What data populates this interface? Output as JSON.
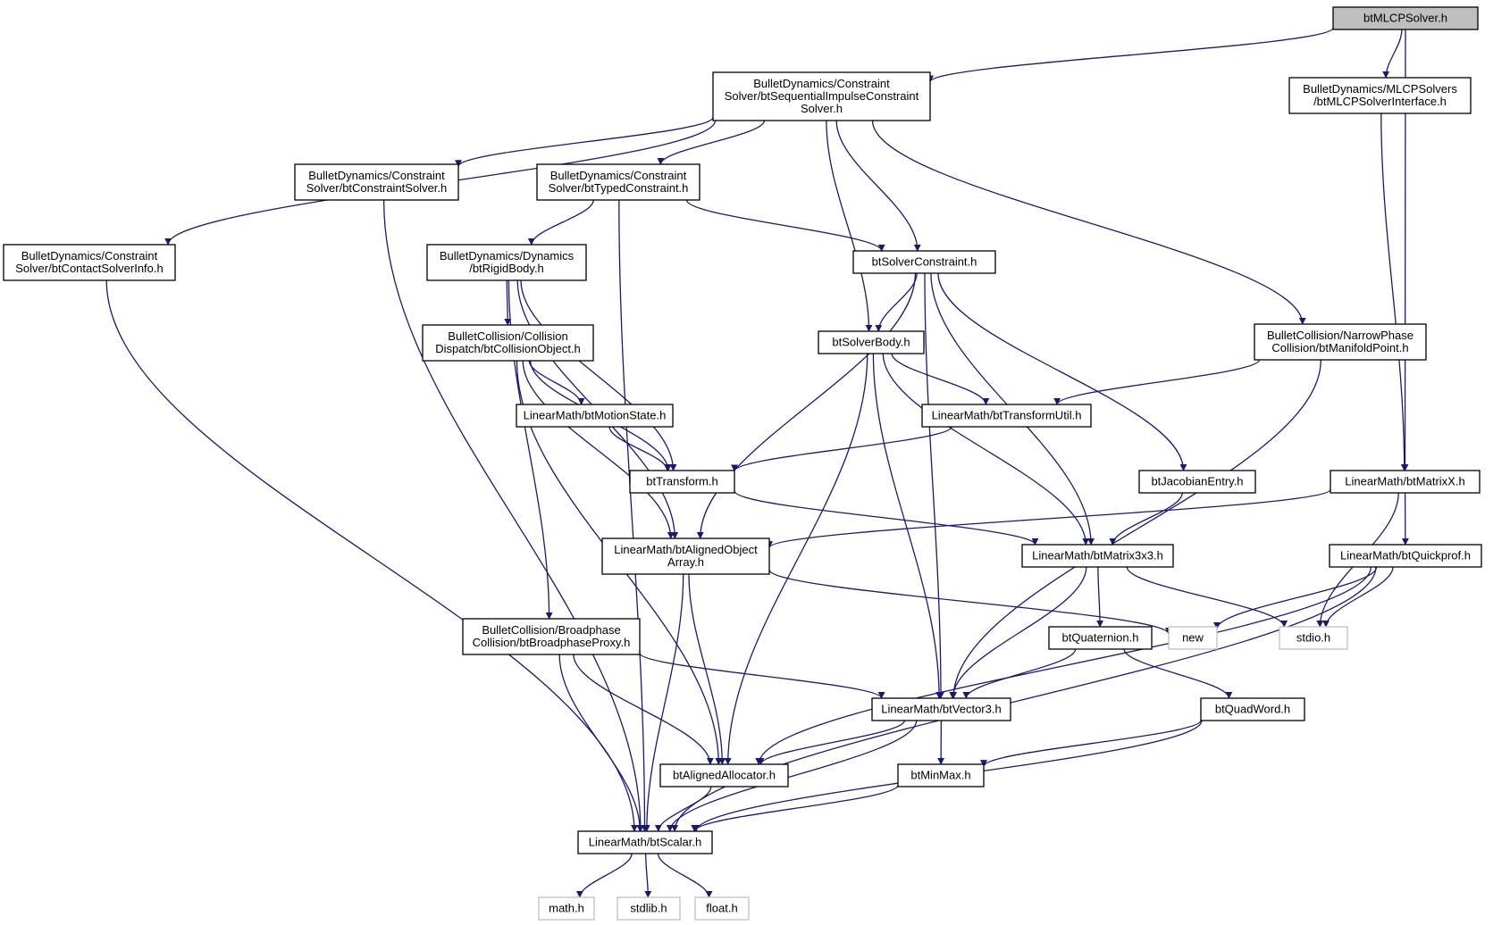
{
  "graph": {
    "title": "btMLCPSolver.h",
    "edge_color": "#191970",
    "root_fill": "#bfbfbf",
    "system_header_border": "#bfbfbf",
    "nodes": [
      {
        "id": "mlcp_solver",
        "lines": [
          "btMLCPSolver.h"
        ],
        "kind": "root"
      },
      {
        "id": "seq_impulse",
        "lines": [
          "BulletDynamics/Constraint",
          "Solver/btSequentialImpulseConstraint",
          "Solver.h"
        ],
        "kind": "normal"
      },
      {
        "id": "mlcp_iface",
        "lines": [
          "BulletDynamics/MLCPSolvers",
          "/btMLCPSolverInterface.h"
        ],
        "kind": "normal"
      },
      {
        "id": "constraint_solver",
        "lines": [
          "BulletDynamics/Constraint",
          "Solver/btConstraintSolver.h"
        ],
        "kind": "normal"
      },
      {
        "id": "typed_constraint",
        "lines": [
          "BulletDynamics/Constraint",
          "Solver/btTypedConstraint.h"
        ],
        "kind": "normal"
      },
      {
        "id": "contact_solver_info",
        "lines": [
          "BulletDynamics/Constraint",
          "Solver/btContactSolverInfo.h"
        ],
        "kind": "normal"
      },
      {
        "id": "rigid_body",
        "lines": [
          "BulletDynamics/Dynamics",
          "/btRigidBody.h"
        ],
        "kind": "normal"
      },
      {
        "id": "solver_constraint",
        "lines": [
          "btSolverConstraint.h"
        ],
        "kind": "normal"
      },
      {
        "id": "manifold_point",
        "lines": [
          "BulletCollision/NarrowPhase",
          "Collision/btManifoldPoint.h"
        ],
        "kind": "normal"
      },
      {
        "id": "collision_object",
        "lines": [
          "BulletCollision/Collision",
          "Dispatch/btCollisionObject.h"
        ],
        "kind": "normal"
      },
      {
        "id": "solver_body",
        "lines": [
          "btSolverBody.h"
        ],
        "kind": "normal"
      },
      {
        "id": "motion_state",
        "lines": [
          "LinearMath/btMotionState.h"
        ],
        "kind": "normal"
      },
      {
        "id": "transform_util",
        "lines": [
          "LinearMath/btTransformUtil.h"
        ],
        "kind": "normal"
      },
      {
        "id": "transform",
        "lines": [
          "btTransform.h"
        ],
        "kind": "normal"
      },
      {
        "id": "jacobian_entry",
        "lines": [
          "btJacobianEntry.h"
        ],
        "kind": "normal"
      },
      {
        "id": "matrix_x",
        "lines": [
          "LinearMath/btMatrixX.h"
        ],
        "kind": "normal"
      },
      {
        "id": "aligned_object_array",
        "lines": [
          "LinearMath/btAlignedObject",
          "Array.h"
        ],
        "kind": "normal"
      },
      {
        "id": "matrix3x3",
        "lines": [
          "LinearMath/btMatrix3x3.h"
        ],
        "kind": "normal"
      },
      {
        "id": "quickprof",
        "lines": [
          "LinearMath/btQuickprof.h"
        ],
        "kind": "normal"
      },
      {
        "id": "broadphase_proxy",
        "lines": [
          "BulletCollision/Broadphase",
          "Collision/btBroadphaseProxy.h"
        ],
        "kind": "normal"
      },
      {
        "id": "quaternion",
        "lines": [
          "btQuaternion.h"
        ],
        "kind": "normal"
      },
      {
        "id": "new_hdr",
        "lines": [
          "new"
        ],
        "kind": "system"
      },
      {
        "id": "stdio_hdr",
        "lines": [
          "stdio.h"
        ],
        "kind": "system"
      },
      {
        "id": "vector3",
        "lines": [
          "LinearMath/btVector3.h"
        ],
        "kind": "normal"
      },
      {
        "id": "quad_word",
        "lines": [
          "btQuadWord.h"
        ],
        "kind": "normal"
      },
      {
        "id": "aligned_allocator",
        "lines": [
          "btAlignedAllocator.h"
        ],
        "kind": "normal"
      },
      {
        "id": "min_max",
        "lines": [
          "btMinMax.h"
        ],
        "kind": "normal"
      },
      {
        "id": "scalar",
        "lines": [
          "LinearMath/btScalar.h"
        ],
        "kind": "normal"
      },
      {
        "id": "math_hdr",
        "lines": [
          "math.h"
        ],
        "kind": "system"
      },
      {
        "id": "stdlib_hdr",
        "lines": [
          "stdlib.h"
        ],
        "kind": "system"
      },
      {
        "id": "float_hdr",
        "lines": [
          "float.h"
        ],
        "kind": "system"
      }
    ],
    "edges": [
      [
        "mlcp_solver",
        "seq_impulse"
      ],
      [
        "mlcp_solver",
        "mlcp_iface"
      ],
      [
        "mlcp_solver",
        "matrix_x"
      ],
      [
        "seq_impulse",
        "contact_solver_info"
      ],
      [
        "seq_impulse",
        "constraint_solver"
      ],
      [
        "seq_impulse",
        "typed_constraint"
      ],
      [
        "seq_impulse",
        "solver_body"
      ],
      [
        "seq_impulse",
        "solver_constraint"
      ],
      [
        "seq_impulse",
        "manifold_point"
      ],
      [
        "mlcp_iface",
        "matrix_x"
      ],
      [
        "constraint_solver",
        "scalar"
      ],
      [
        "contact_solver_info",
        "scalar"
      ],
      [
        "typed_constraint",
        "rigid_body"
      ],
      [
        "typed_constraint",
        "solver_constraint"
      ],
      [
        "typed_constraint",
        "scalar"
      ],
      [
        "rigid_body",
        "collision_object"
      ],
      [
        "rigid_body",
        "transform"
      ],
      [
        "rigid_body",
        "aligned_object_array"
      ],
      [
        "rigid_body",
        "broadphase_proxy"
      ],
      [
        "solver_constraint",
        "solver_body"
      ],
      [
        "solver_constraint",
        "jacobian_entry"
      ],
      [
        "solver_constraint",
        "aligned_object_array"
      ],
      [
        "solver_constraint",
        "matrix3x3"
      ],
      [
        "solver_constraint",
        "vector3"
      ],
      [
        "collision_object",
        "motion_state"
      ],
      [
        "collision_object",
        "transform"
      ],
      [
        "collision_object",
        "aligned_object_array"
      ],
      [
        "collision_object",
        "aligned_allocator"
      ],
      [
        "solver_body",
        "transform_util"
      ],
      [
        "solver_body",
        "matrix3x3"
      ],
      [
        "solver_body",
        "vector3"
      ],
      [
        "solver_body",
        "aligned_allocator"
      ],
      [
        "manifold_point",
        "transform_util"
      ],
      [
        "manifold_point",
        "vector3"
      ],
      [
        "motion_state",
        "transform"
      ],
      [
        "transform_util",
        "transform"
      ],
      [
        "transform",
        "matrix3x3"
      ],
      [
        "jacobian_entry",
        "matrix3x3"
      ],
      [
        "matrix_x",
        "aligned_object_array"
      ],
      [
        "matrix_x",
        "quickprof"
      ],
      [
        "matrix_x",
        "stdio_hdr"
      ],
      [
        "aligned_object_array",
        "new_hdr"
      ],
      [
        "aligned_object_array",
        "aligned_allocator"
      ],
      [
        "aligned_object_array",
        "scalar"
      ],
      [
        "matrix3x3",
        "quaternion"
      ],
      [
        "matrix3x3",
        "vector3"
      ],
      [
        "matrix3x3",
        "stdio_hdr"
      ],
      [
        "quickprof",
        "new_hdr"
      ],
      [
        "quickprof",
        "stdio_hdr"
      ],
      [
        "quickprof",
        "aligned_allocator"
      ],
      [
        "quickprof",
        "scalar"
      ],
      [
        "broadphase_proxy",
        "vector3"
      ],
      [
        "broadphase_proxy",
        "aligned_allocator"
      ],
      [
        "broadphase_proxy",
        "scalar"
      ],
      [
        "quaternion",
        "vector3"
      ],
      [
        "quaternion",
        "quad_word"
      ],
      [
        "vector3",
        "min_max"
      ],
      [
        "vector3",
        "aligned_allocator"
      ],
      [
        "vector3",
        "scalar"
      ],
      [
        "quad_word",
        "min_max"
      ],
      [
        "quad_word",
        "scalar"
      ],
      [
        "aligned_allocator",
        "scalar"
      ],
      [
        "min_max",
        "scalar"
      ],
      [
        "scalar",
        "math_hdr"
      ],
      [
        "scalar",
        "stdlib_hdr"
      ],
      [
        "scalar",
        "float_hdr"
      ]
    ]
  }
}
